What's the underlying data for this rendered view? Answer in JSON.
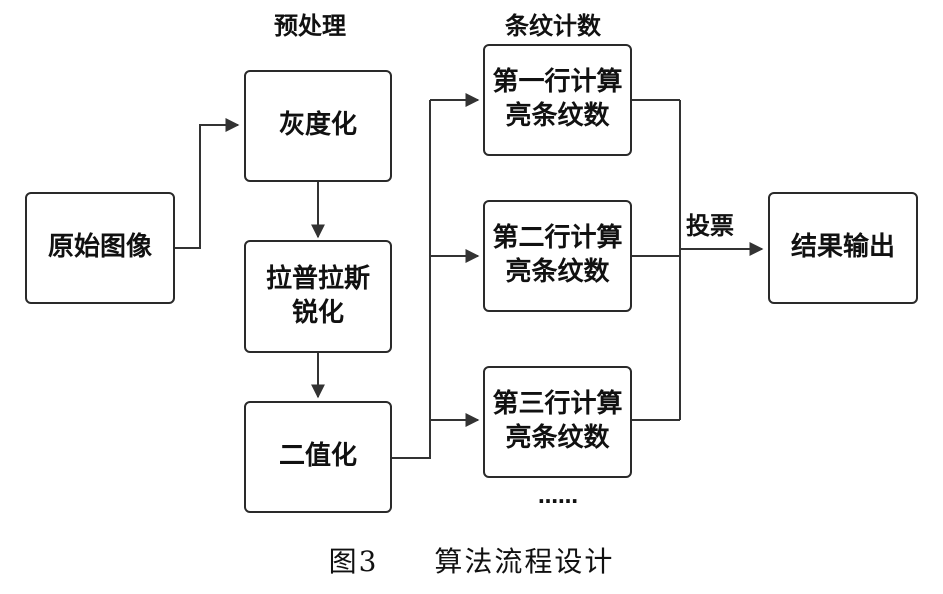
{
  "headers": {
    "preprocess": "预处理",
    "fringe_count": "条纹计数"
  },
  "nodes": {
    "original": "原始图像",
    "gray": "灰度化",
    "laplace": "拉普拉斯\n锐化",
    "binarize": "二值化",
    "row1": "第一行计算\n亮条纹数",
    "row2": "第二行计算\n亮条纹数",
    "row3": "第三行计算\n亮条纹数",
    "output": "结果输出"
  },
  "edge_labels": {
    "vote": "投票"
  },
  "ellipsis": "……",
  "caption": {
    "number": "图3",
    "title": "算法流程设计"
  }
}
